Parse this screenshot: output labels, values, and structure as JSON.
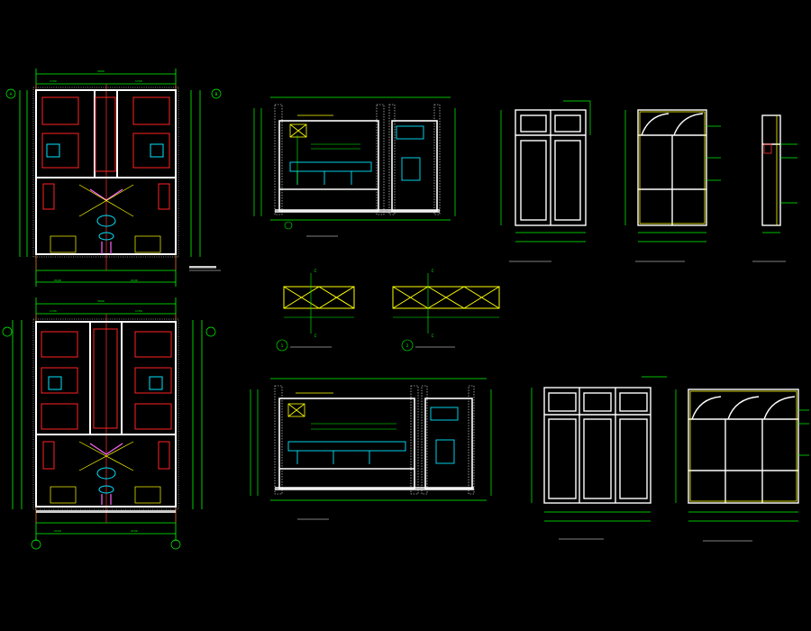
{
  "colors": {
    "background": "#000000",
    "wall": "#ffffff",
    "dimension": "#00ff00",
    "axis": "#ff3333",
    "furniture": "#ff2222",
    "fixture": "#00e5ff",
    "annotation": "#ffff00",
    "hatch": "#ffffff",
    "pink": "#ff66ff"
  },
  "drawing": {
    "views": [
      {
        "id": "plan-upper",
        "kind": "floor-plan"
      },
      {
        "id": "plan-lower",
        "kind": "floor-plan"
      },
      {
        "id": "section-upper",
        "kind": "section"
      },
      {
        "id": "section-lower",
        "kind": "section"
      },
      {
        "id": "wardrobe-front-2door",
        "kind": "elevation"
      },
      {
        "id": "wardrobe-inside-2door",
        "kind": "elevation"
      },
      {
        "id": "wardrobe-side",
        "kind": "elevation"
      },
      {
        "id": "detail-1",
        "kind": "detail",
        "number": "1"
      },
      {
        "id": "detail-2",
        "kind": "detail",
        "number": "2"
      },
      {
        "id": "wardrobe-front-3door",
        "kind": "elevation"
      },
      {
        "id": "wardrobe-inside-3door",
        "kind": "elevation"
      }
    ],
    "section_markers": [
      "C",
      "C",
      "C",
      "C"
    ],
    "grid_bubbles": [
      "A",
      "B"
    ]
  }
}
